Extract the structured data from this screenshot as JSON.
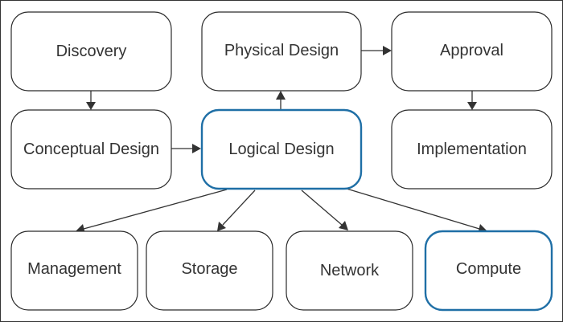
{
  "nodes": {
    "discovery": {
      "label": "Discovery"
    },
    "physical_design": {
      "label": "Physical Design"
    },
    "approval": {
      "label": "Approval"
    },
    "conceptual_design": {
      "label": "Conceptual Design"
    },
    "logical_design": {
      "label": "Logical Design",
      "highlight": true
    },
    "implementation": {
      "label": "Implementation"
    },
    "management": {
      "label": "Management"
    },
    "storage": {
      "label": "Storage"
    },
    "network": {
      "label": "Network"
    },
    "compute": {
      "label": "Compute",
      "highlight": true
    }
  },
  "edges": [
    {
      "from": "discovery",
      "to": "conceptual_design"
    },
    {
      "from": "conceptual_design",
      "to": "logical_design"
    },
    {
      "from": "logical_design",
      "to": "physical_design"
    },
    {
      "from": "physical_design",
      "to": "approval"
    },
    {
      "from": "approval",
      "to": "implementation"
    },
    {
      "from": "logical_design",
      "to": "management"
    },
    {
      "from": "logical_design",
      "to": "storage"
    },
    {
      "from": "logical_design",
      "to": "network"
    },
    {
      "from": "logical_design",
      "to": "compute"
    }
  ],
  "colors": {
    "highlight_border": "#1f6fa6",
    "border": "#2b2b2b",
    "text": "#333333"
  }
}
